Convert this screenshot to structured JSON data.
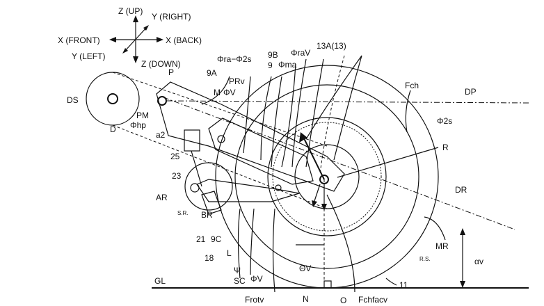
{
  "axes": {
    "z_up": "Z (UP)",
    "y_right": "Y (RIGHT)",
    "x_front": "X (FRONT)",
    "x_back": "X (BACK)",
    "y_left": "Y (LEFT)",
    "z_down": "Z (DOWN)"
  },
  "labels": {
    "DS": "DS",
    "D": "D",
    "P": "P",
    "PM": "PM",
    "phi_hp": "Φhp",
    "a2": "a2",
    "n25": "25",
    "n23": "23",
    "AR": "AR",
    "SR": "S.R.",
    "BR": "BR",
    "n21": "21",
    "n9C": "9C",
    "n18": "18",
    "L": "L",
    "psi": "Ψ",
    "SC": "SC",
    "phiV_low": "ΦV",
    "Frotv": "Frotv",
    "N": "N",
    "O": "O",
    "Fchfacv": "Fchfacv",
    "thetaV": "ΘV",
    "n11": "11",
    "RS": "R.S.",
    "MR": "MR",
    "alpha_v": "αv",
    "GL": "GL",
    "DR": "DR",
    "R": "R",
    "phi2s": "Φ2s",
    "DP": "DP",
    "Fch": "Fch",
    "n13A": "13A(13)",
    "phi_raV": "ΦraV",
    "phi_ma": "Φma",
    "n9B": "9B",
    "n9": "9",
    "phi_ra_2s": "Φra−Φ2s",
    "PRv": "PRv",
    "M": "M",
    "phiV_top": "ΦV",
    "n9A": "9A"
  }
}
